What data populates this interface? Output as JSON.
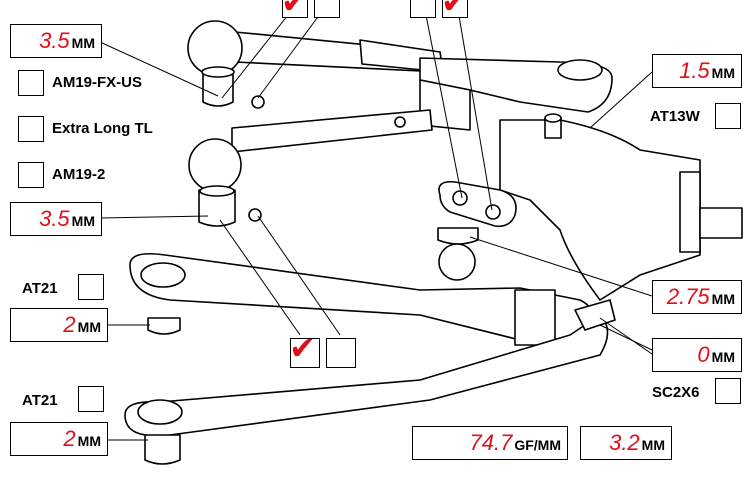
{
  "measurements": {
    "top_left": {
      "value": "3.5",
      "unit": "MM"
    },
    "mid_left": {
      "value": "3.5",
      "unit": "MM"
    },
    "top_right": {
      "value": "1.5",
      "unit": "MM"
    },
    "right_mid": {
      "value": "2.75",
      "unit": "MM"
    },
    "right_low": {
      "value": "0",
      "unit": "MM"
    },
    "left_a": {
      "value": "2",
      "unit": "MM"
    },
    "left_b": {
      "value": "2",
      "unit": "MM"
    },
    "spring_rate": {
      "value": "74.7",
      "unit": "GF/MM"
    },
    "bottom_right": {
      "value": "3.2",
      "unit": "MM"
    }
  },
  "options": [
    {
      "label": "AM19-FX-US",
      "checked": false
    },
    {
      "label": "Extra Long TL",
      "checked": false
    },
    {
      "label": "AM19-2",
      "checked": false
    },
    {
      "label": "AT13W",
      "checked": false
    },
    {
      "label": "AT21",
      "checked": false
    },
    {
      "label": "SC2X6",
      "checked": false
    },
    {
      "label": "AT21",
      "checked": false
    }
  ],
  "top_checks": [
    true,
    false,
    false,
    true
  ],
  "mid_checks": [
    true,
    false
  ],
  "check_glyph": "✔",
  "colors": {
    "value": "#e0101a",
    "lines": "#000000"
  }
}
